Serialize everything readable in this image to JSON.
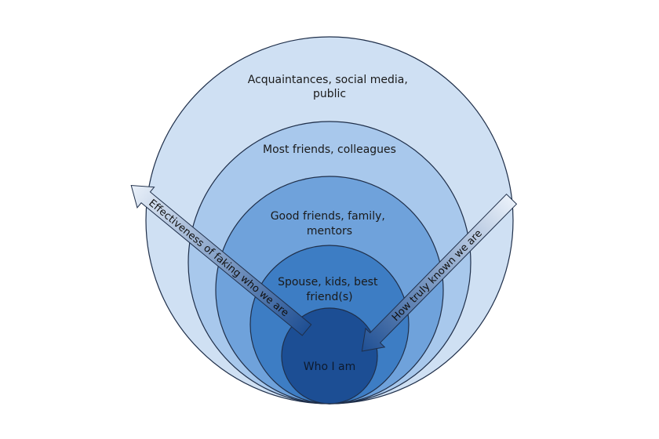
{
  "diagram": {
    "rings": [
      {
        "id": "public",
        "lines": [
          "Acquaintances, social media,",
          "public"
        ],
        "color": "#cfe0f3"
      },
      {
        "id": "friends",
        "lines": [
          "Most friends, colleagues"
        ],
        "color": "#a8c8ec"
      },
      {
        "id": "close",
        "lines": [
          "Good friends, family,",
          "mentors"
        ],
        "color": "#6fa2db"
      },
      {
        "id": "intimate",
        "lines": [
          "Spouse, kids, best",
          "friend(s)"
        ],
        "color": "#3d7dc4"
      },
      {
        "id": "self",
        "lines": [
          "Who I am"
        ],
        "color": "#1c4e94"
      }
    ],
    "arrows": {
      "faking_label": "Effectiveness of faking who we are",
      "known_label": "How truly known we are"
    },
    "colors": {
      "outline": "#1f2f4a",
      "arrow_dark": "#1f4f93",
      "arrow_light": "#e6eef8"
    }
  }
}
